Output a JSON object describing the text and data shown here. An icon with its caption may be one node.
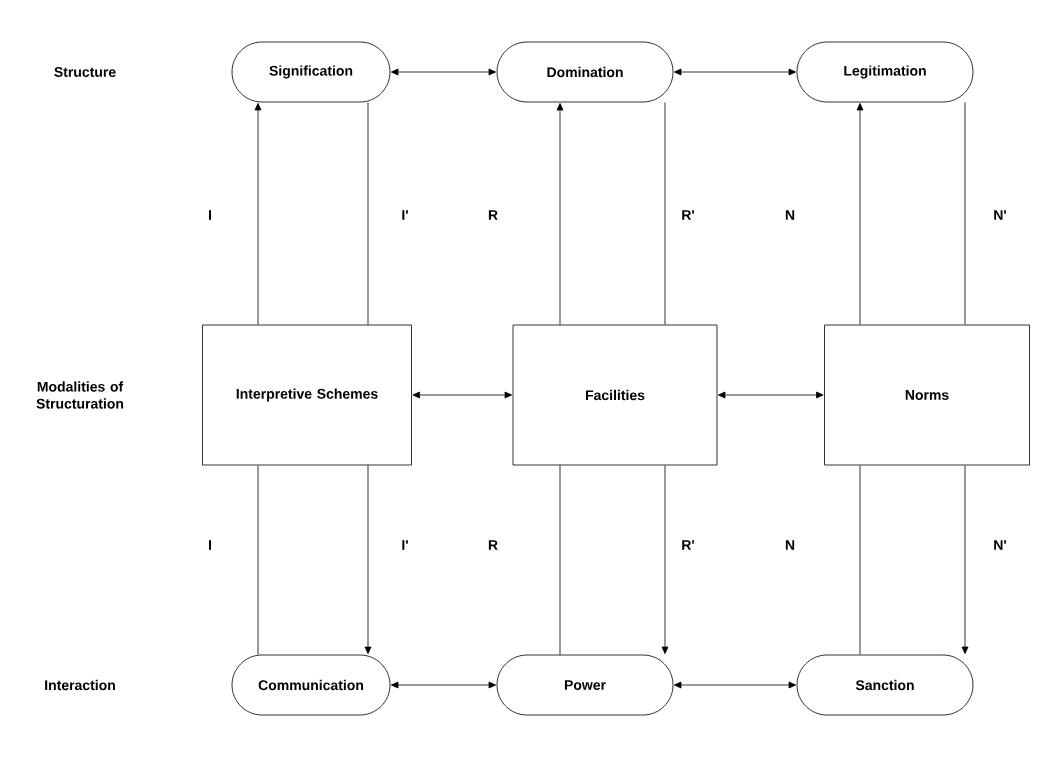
{
  "diagram": {
    "nodes": [
      {
        "text": [
          "Signification"
        ]
      },
      {
        "text": [
          "Domination"
        ]
      },
      {
        "text": [
          "Legitimation"
        ]
      },
      {
        "text": [
          "Interpretive Schemes"
        ]
      },
      {
        "text": [
          "Facilities"
        ]
      },
      {
        "text": [
          "Norms"
        ]
      },
      {
        "text": [
          "Communication"
        ]
      },
      {
        "text": [
          "Power"
        ]
      },
      {
        "text": [
          "Sanction"
        ]
      }
    ],
    "edges": [
      {
        "from": 0,
        "to": 1,
        "arrow": "both"
      },
      {
        "from": 1,
        "to": 2,
        "arrow": "both"
      },
      {
        "from": 3,
        "to": 0,
        "arrow": "to"
      },
      {
        "from": 0,
        "to": 3,
        "arrow": "none"
      },
      {
        "from": 4,
        "to": 1,
        "arrow": "to"
      },
      {
        "from": 1,
        "to": 4,
        "arrow": "none"
      },
      {
        "from": 5,
        "to": 2,
        "arrow": "to"
      },
      {
        "from": 2,
        "to": 5,
        "arrow": "none"
      },
      {
        "from": 3,
        "to": 4,
        "arrow": "both"
      },
      {
        "from": 4,
        "to": 5,
        "arrow": "both"
      },
      {
        "from": 6,
        "to": 3,
        "arrow": "none"
      },
      {
        "from": 3,
        "to": 6,
        "arrow": "to"
      },
      {
        "from": 7,
        "to": 4,
        "arrow": "none"
      },
      {
        "from": 4,
        "to": 7,
        "arrow": "to"
      },
      {
        "from": 8,
        "to": 5,
        "arrow": "none"
      },
      {
        "from": 5,
        "to": 8,
        "arrow": "to"
      },
      {
        "from": 6,
        "to": 7,
        "arrow": "both"
      },
      {
        "from": 7,
        "to": 8,
        "arrow": "both"
      }
    ],
    "labels": [
      "Structure",
      "I",
      "I'",
      "R",
      "R'",
      "N",
      "N'",
      "Modalities of Structuration",
      "I",
      "I'",
      "R",
      "R'",
      "N",
      "N'",
      "Interaction"
    ]
  }
}
